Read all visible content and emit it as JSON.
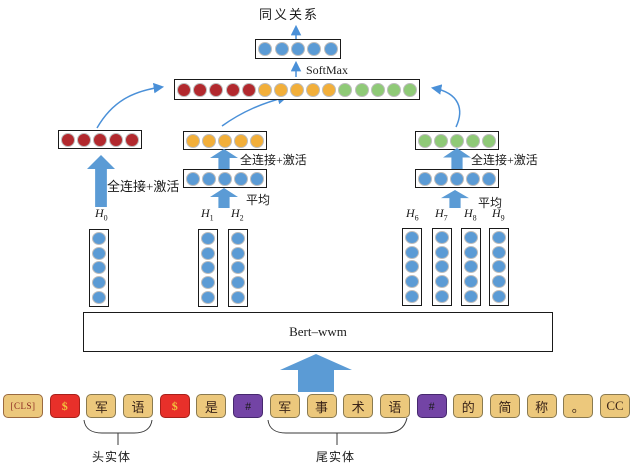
{
  "top": {
    "title": "同义关系",
    "softmax_label": "SoftMax"
  },
  "labels": {
    "fc_left": "全连接+激活",
    "fc_mid": "全连接+激活",
    "fc_right": "全连接+激活",
    "avg_mid": "平均",
    "avg_right": "平均",
    "head_entity": "头实体",
    "tail_entity": "尾实体"
  },
  "hidden": [
    {
      "base": "H",
      "sub": "0"
    },
    {
      "base": "H",
      "sub": "1"
    },
    {
      "base": "H",
      "sub": "2"
    },
    {
      "base": "H",
      "sub": "6"
    },
    {
      "base": "H",
      "sub": "7"
    },
    {
      "base": "H",
      "sub": "8"
    },
    {
      "base": "H",
      "sub": "9"
    }
  ],
  "encoder": {
    "label": "Bert–wwm"
  },
  "colors": {
    "blue": "#5b9bd5",
    "red": "#b2292e",
    "yellow": "#f2af3a",
    "green": "#8fca77",
    "arrow": "#4a90d8"
  },
  "dot_groups": {
    "pooled": {
      "count": 5,
      "color": "blue"
    },
    "concat": {
      "groups": [
        {
          "count": 5,
          "color": "red"
        },
        {
          "count": 5,
          "color": "yellow"
        },
        {
          "count": 5,
          "color": "green"
        }
      ]
    },
    "head_fc": {
      "count": 5,
      "color": "red"
    },
    "mid_fc": {
      "count": 5,
      "color": "yellow"
    },
    "right_fc": {
      "count": 5,
      "color": "green"
    },
    "mid_avg": {
      "count": 5,
      "color": "blue"
    },
    "right_avg": {
      "count": 5,
      "color": "blue"
    },
    "column": {
      "count": 5,
      "color": "blue"
    }
  },
  "tokens": [
    {
      "text": "[CLS]",
      "type": "cls"
    },
    {
      "text": "$",
      "type": "dollar"
    },
    {
      "text": "军",
      "type": "plain"
    },
    {
      "text": "语",
      "type": "plain"
    },
    {
      "text": "$",
      "type": "dollar"
    },
    {
      "text": "是",
      "type": "plain"
    },
    {
      "text": "#",
      "type": "hash"
    },
    {
      "text": "军",
      "type": "plain"
    },
    {
      "text": "事",
      "type": "plain"
    },
    {
      "text": "术",
      "type": "plain"
    },
    {
      "text": "语",
      "type": "plain"
    },
    {
      "text": "#",
      "type": "hash"
    },
    {
      "text": "的",
      "type": "plain"
    },
    {
      "text": "简",
      "type": "plain"
    },
    {
      "text": "称",
      "type": "plain"
    },
    {
      "text": "。",
      "type": "plain"
    },
    {
      "text": "CC",
      "type": "plain"
    }
  ]
}
